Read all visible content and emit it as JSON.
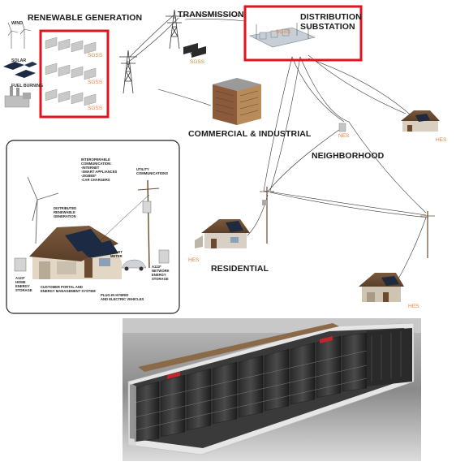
{
  "sections": {
    "renewable_generation": "RENEWABLE GENERATION",
    "transmission": "TRANSMISSION",
    "distribution_substation_1": "DISTRIBUTION",
    "distribution_substation_2": "SUBSTATION",
    "commercial_industrial": "COMMERCIAL & INDUSTRIAL",
    "neighborhood": "NEIGHBORHOOD",
    "residential": "RESIDENTIAL"
  },
  "generation_sources": {
    "wind": "WIND",
    "solar": "SOLAR",
    "fuel_burning": "FUEL BURNING"
  },
  "storage_tags": {
    "sgss": "SGSS",
    "nes": "NES",
    "hes": "HES"
  },
  "inset": {
    "interoperable": "INTEROPERABLE\nCOMMUNICATION:\n-INTERNET\n-SMART APPLIANCES\n-ZIGBEE*\n-CAR CHARGERS",
    "utility_comms": "UTILITY\nCOMMUNICATIONS",
    "distributed_renewable": "DISTRIBUTED\nRENEWABLE\nGENERATION",
    "smart_meter": "SMART\nMETER",
    "home_storage": "A123*\nHOME\nENERGY\nSTORAGE",
    "customer_portal": "CUSTOMER PORTAL AND\nENERGY MANAGEMENT SYSTEM",
    "plugin": "PLUG-IN HYBRID\nAND ELECTRIC VEHICLES",
    "network_storage": "A123*\nNETWORK\nENERGY\nSTORAGE"
  },
  "highlight_color": "#e0141e",
  "accent_color": "#e8803a"
}
